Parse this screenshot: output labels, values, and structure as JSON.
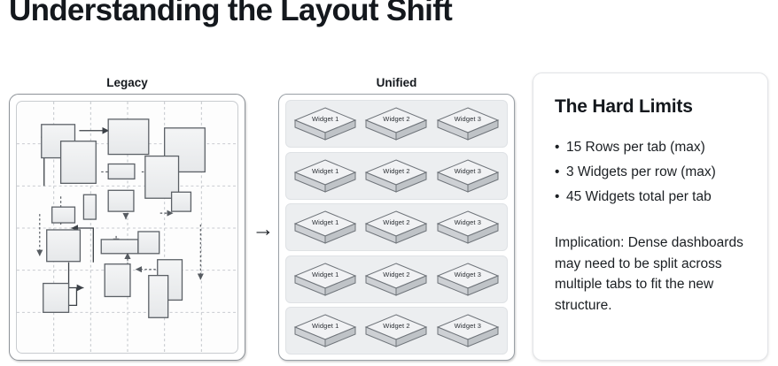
{
  "page": {
    "title": "Understanding the Layout Shift",
    "background": "#ffffff"
  },
  "comparison": {
    "legacy": {
      "caption": "Legacy",
      "description": "Chaotic overlapping rectangles connected by dashed and solid arrows over a dashed grid"
    },
    "transition": {
      "arrow_glyph": "→"
    },
    "unified": {
      "caption": "Unified",
      "row_count": 5,
      "widgets_per_row": 3,
      "widget_labels": [
        "Widget 1",
        "Widget 2",
        "Widget 3"
      ],
      "row_band_color": "#eceef0",
      "widget_top_color": "#f0f1f3",
      "widget_side_color": "#c6c9cd"
    }
  },
  "limits_card": {
    "title": "The Hard Limits",
    "bullets": [
      "15 Rows per tab (max)",
      "3 Widgets per row (max)",
      "45 Widgets total per tab"
    ],
    "implication": "Implication: Dense dashboards may need to be split across multiple tabs to fit the new structure.",
    "border_color": "#e2e4e7"
  }
}
